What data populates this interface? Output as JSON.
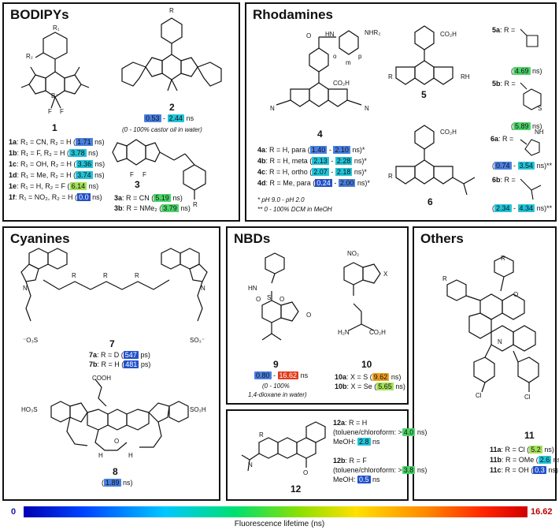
{
  "colors": {
    "blue_dark": "#2251c9",
    "blue": "#4a7fe0",
    "cyan": "#22c4d8",
    "green": "#4dd46a",
    "lime": "#a4e05a",
    "orange": "#f0a020",
    "red": "#e23a1a",
    "plain": "#ffffff"
  },
  "bodipy": {
    "title": "BODIPYs",
    "c1": "1",
    "c2": "2",
    "c3": "3",
    "r1": "R₁",
    "r2": "R₂",
    "rtop": "R",
    "b_neg": "B⁻",
    "n_pos": "N",
    "f": "F",
    "lines1": [
      {
        "id": "1a",
        "text": ": R₁ = CN, R₂ = H (",
        "val": "1.71",
        "unit": " ns)",
        "color": "#4a7fe0"
      },
      {
        "id": "1b",
        "text": ": R₁ = F, R₂ = H (",
        "val": "3.78",
        "unit": " ns)",
        "color": "#22c4d8"
      },
      {
        "id": "1c",
        "text": ": R₁ = OH, R₂ = H (",
        "val": "3.36",
        "unit": " ns)",
        "color": "#22c4d8"
      },
      {
        "id": "1d",
        "text": ": R₁ = Me, R₂ = H (",
        "val": "3.74",
        "unit": " ns)",
        "color": "#22c4d8"
      },
      {
        "id": "1e",
        "text": ": R₁ = H, R₂ = F (",
        "val": "6.14",
        "unit": " ns)",
        "color": "#a4e05a"
      },
      {
        "id": "1f",
        "text": ": R₁ = NO₂, R₂ = H (",
        "val": "0.0",
        "unit": " ns)",
        "color": "#2251c9"
      }
    ],
    "c2_lo": "0.53",
    "c2_hi": "2.44",
    "c2_unit": " ns",
    "c2_note": "(0 - 100% castor oil in water)",
    "lines3": [
      {
        "id": "3a",
        "text": ": R = CN (",
        "val": "5.19",
        "unit": " ns)",
        "color": "#4dd46a"
      },
      {
        "id": "3b",
        "text": ": R = NMe₂ (",
        "val": "3.79",
        "unit": " ns)",
        "color": "#4dd46a"
      }
    ]
  },
  "rhod": {
    "title": "Rhodamines",
    "c4": "4",
    "c5": "5",
    "c6": "6",
    "nhr2": "NHR₂",
    "hn": "HN",
    "o": "O",
    "co2h": "CO₂H",
    "mark_o": "o",
    "mark_m": "m",
    "mark_p": "p",
    "r": "R",
    "rh": "RH",
    "lines4": [
      {
        "id": "4a",
        "text": ": R = H, para (",
        "lo": "1.40",
        "hi": "2.10",
        "unit": " ns)*",
        "c1": "#4a7fe0",
        "c2": "#4a7fe0"
      },
      {
        "id": "4b",
        "text": ": R = H, meta (",
        "lo": "2.13",
        "hi": "2.28",
        "unit": " ns)*",
        "c1": "#22c4d8",
        "c2": "#22c4d8"
      },
      {
        "id": "4c",
        "text": ": R = H, ortho (",
        "lo": "2.07",
        "hi": "2.18",
        "unit": " ns)*",
        "c1": "#22c4d8",
        "c2": "#22c4d8"
      },
      {
        "id": "4d",
        "text": ": R = Me, para (",
        "lo": "0.24",
        "hi": "2.00",
        "unit": " ns)*",
        "c1": "#2251c9",
        "c2": "#4a7fe0"
      }
    ],
    "note1": "* pH 9.0 - pH 2.0",
    "note2": "** 0 - 100% DCM in MeOH",
    "r5a": {
      "id": "5a",
      "text": ": R =",
      "val": "4.69",
      "unit": " ns)",
      "color": "#4dd46a"
    },
    "r5b": {
      "id": "5b",
      "text": ": R =",
      "val": "5.89",
      "unit": " ns)",
      "color": "#4dd46a"
    },
    "r6a": {
      "id": "6a",
      "text": ": R =",
      "lo": "0.74",
      "hi": "3.54",
      "unit": " ns)**",
      "c1": "#4a7fe0",
      "c2": "#22c4d8"
    },
    "r6b": {
      "id": "6b",
      "text": ": R =",
      "lo": "2.34",
      "hi": "4.34",
      "unit": " ns)**",
      "c1": "#22c4d8",
      "c2": "#22c4d8"
    },
    "nh": "NH",
    "s": "S",
    "oo": "O"
  },
  "cyan": {
    "title": "Cyanines",
    "c7": "7",
    "c8": "8",
    "so3": "⁻O₃S",
    "so3r": "SO₃⁻",
    "r": "R",
    "n": "N",
    "l7a": {
      "id": "7a",
      "text": ": R = D (",
      "val": "547",
      "unit": " ps)",
      "color": "#2251c9"
    },
    "l7b": {
      "id": "7b",
      "text": ": R = H (",
      "val": "481",
      "unit": " ps)",
      "color": "#2251c9"
    },
    "cooh": "COOH",
    "ho3s": "HO₃S",
    "so3h": "SO₃H",
    "h": "H",
    "c8_val": "1.89",
    "c8_unit": " ns)",
    "c8_color": "#4a7fe0"
  },
  "nbd": {
    "title": "NBDs",
    "c9": "9",
    "c10": "10",
    "hn": "HN",
    "o": "O",
    "s": "S",
    "n": "N",
    "no2": "NO₂",
    "x": "X",
    "h2n": "H₂N",
    "co2h": "CO₂H",
    "nh": "N",
    "c9_lo": "0.80",
    "c9_hi": "16.62",
    "c9_unit": " ns",
    "c9_note1": "(0 - 100%",
    "c9_note2": "1,4-dioxane in water)",
    "l10a": {
      "id": "10a",
      "text": ": X = S (",
      "val": "9.62",
      "unit": " ns)",
      "color": "#f0a020"
    },
    "l10b": {
      "id": "10b",
      "text": ": X = Se (",
      "val": "5.65",
      "unit": " ns)",
      "color": "#a4e05a"
    }
  },
  "other": {
    "title": "Others",
    "c11": "11",
    "c12": "12",
    "r": "R",
    "cl": "Cl",
    "o": "O",
    "n": "N",
    "l11a": {
      "id": "11a",
      "text": ": R = Cl (",
      "val": "5.2",
      "unit": " ns)",
      "color": "#a4e05a"
    },
    "l11b": {
      "id": "11b",
      "text": ": R = OMe (",
      "val": "2.6",
      "unit": " ns)",
      "color": "#22c4d8"
    },
    "l11c": {
      "id": "11c",
      "text": ": R = OH (",
      "val": "0.3",
      "unit": " ns)",
      "color": "#2251c9"
    },
    "l12a_id": "12a",
    "l12a_t1": ": R = H",
    "l12a_t2": "(toluene/chloroform: >",
    "l12a_v1": "4.0",
    "l12a_v1_unit": " ns)",
    "l12a_t3": "MeOH: ",
    "l12a_v2": "2.8",
    "l12a_v2_unit": " ns",
    "l12b_id": "12b",
    "l12b_t1": ": R = F",
    "l12b_t2": "(toluene/chloroform: >",
    "l12b_v1": "3.8",
    "l12b_v1_unit": " ns)",
    "l12b_t3": "MeOH: ",
    "l12b_v2": "0.5",
    "l12b_v2_unit": " ns"
  },
  "scale": {
    "min": "0",
    "max": "16.62",
    "label": "Fluorescence lifetime (ns)"
  }
}
